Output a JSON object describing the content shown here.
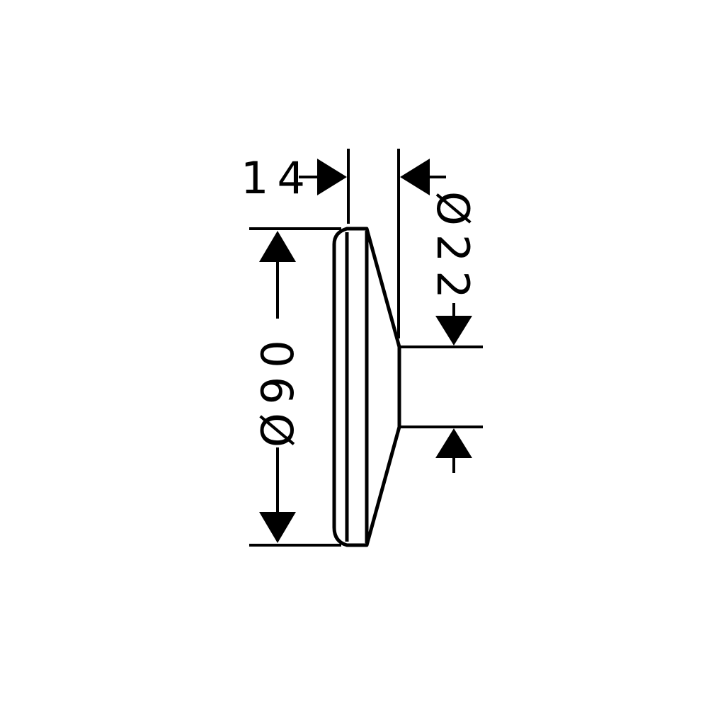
{
  "dimensions": {
    "depth_label": "14",
    "outer_diameter_label": "Ø90",
    "inner_diameter_label": "Ø22"
  },
  "colors": {
    "line": "#000000",
    "background": "#ffffff"
  }
}
